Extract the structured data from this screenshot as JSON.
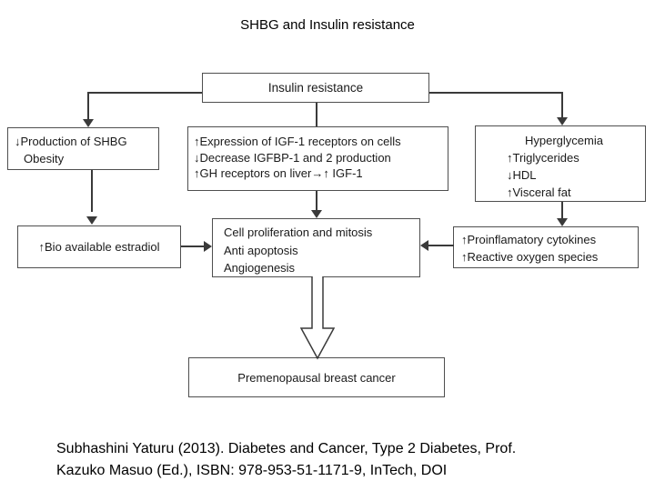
{
  "title": "SHBG and Insulin resistance",
  "nodes": {
    "insulin_resistance": {
      "label": "Insulin resistance"
    },
    "shbg_obesity": {
      "lines": [
        "↓Production of SHBG",
        "Obesity"
      ]
    },
    "igf": {
      "lines": [
        "↑Expression of IGF-1 receptors on cells",
        "↓Decrease IGFBP-1 and 2 production",
        "↑GH receptors on liver→↑ IGF-1"
      ]
    },
    "metabolic": {
      "lines": [
        "Hyperglycemia",
        "↑Triglycerides",
        "↓HDL",
        "↑Visceral fat"
      ]
    },
    "estradiol": {
      "label": "↑Bio available estradiol"
    },
    "cell_effects": {
      "lines": [
        "Cell proliferation and mitosis",
        "Anti apoptosis",
        "Angiogenesis"
      ]
    },
    "cytokines": {
      "lines": [
        "↑Proinflamatory cytokines",
        "↑Reactive oxygen species"
      ]
    },
    "cancer": {
      "label": "Premenopausal breast cancer"
    }
  },
  "citation": {
    "line1": "Subhashini Yaturu (2013). Diabetes and Cancer, Type 2 Diabetes, Prof.",
    "line2": "Kazuko Masuo (Ed.), ISBN: 978-953-51-1171-9, InTech, DOI"
  },
  "colors": {
    "background": "#ffffff",
    "box_border": "#4f4f4f",
    "connector": "#3a3a3a",
    "text": "#1a1a1a"
  }
}
